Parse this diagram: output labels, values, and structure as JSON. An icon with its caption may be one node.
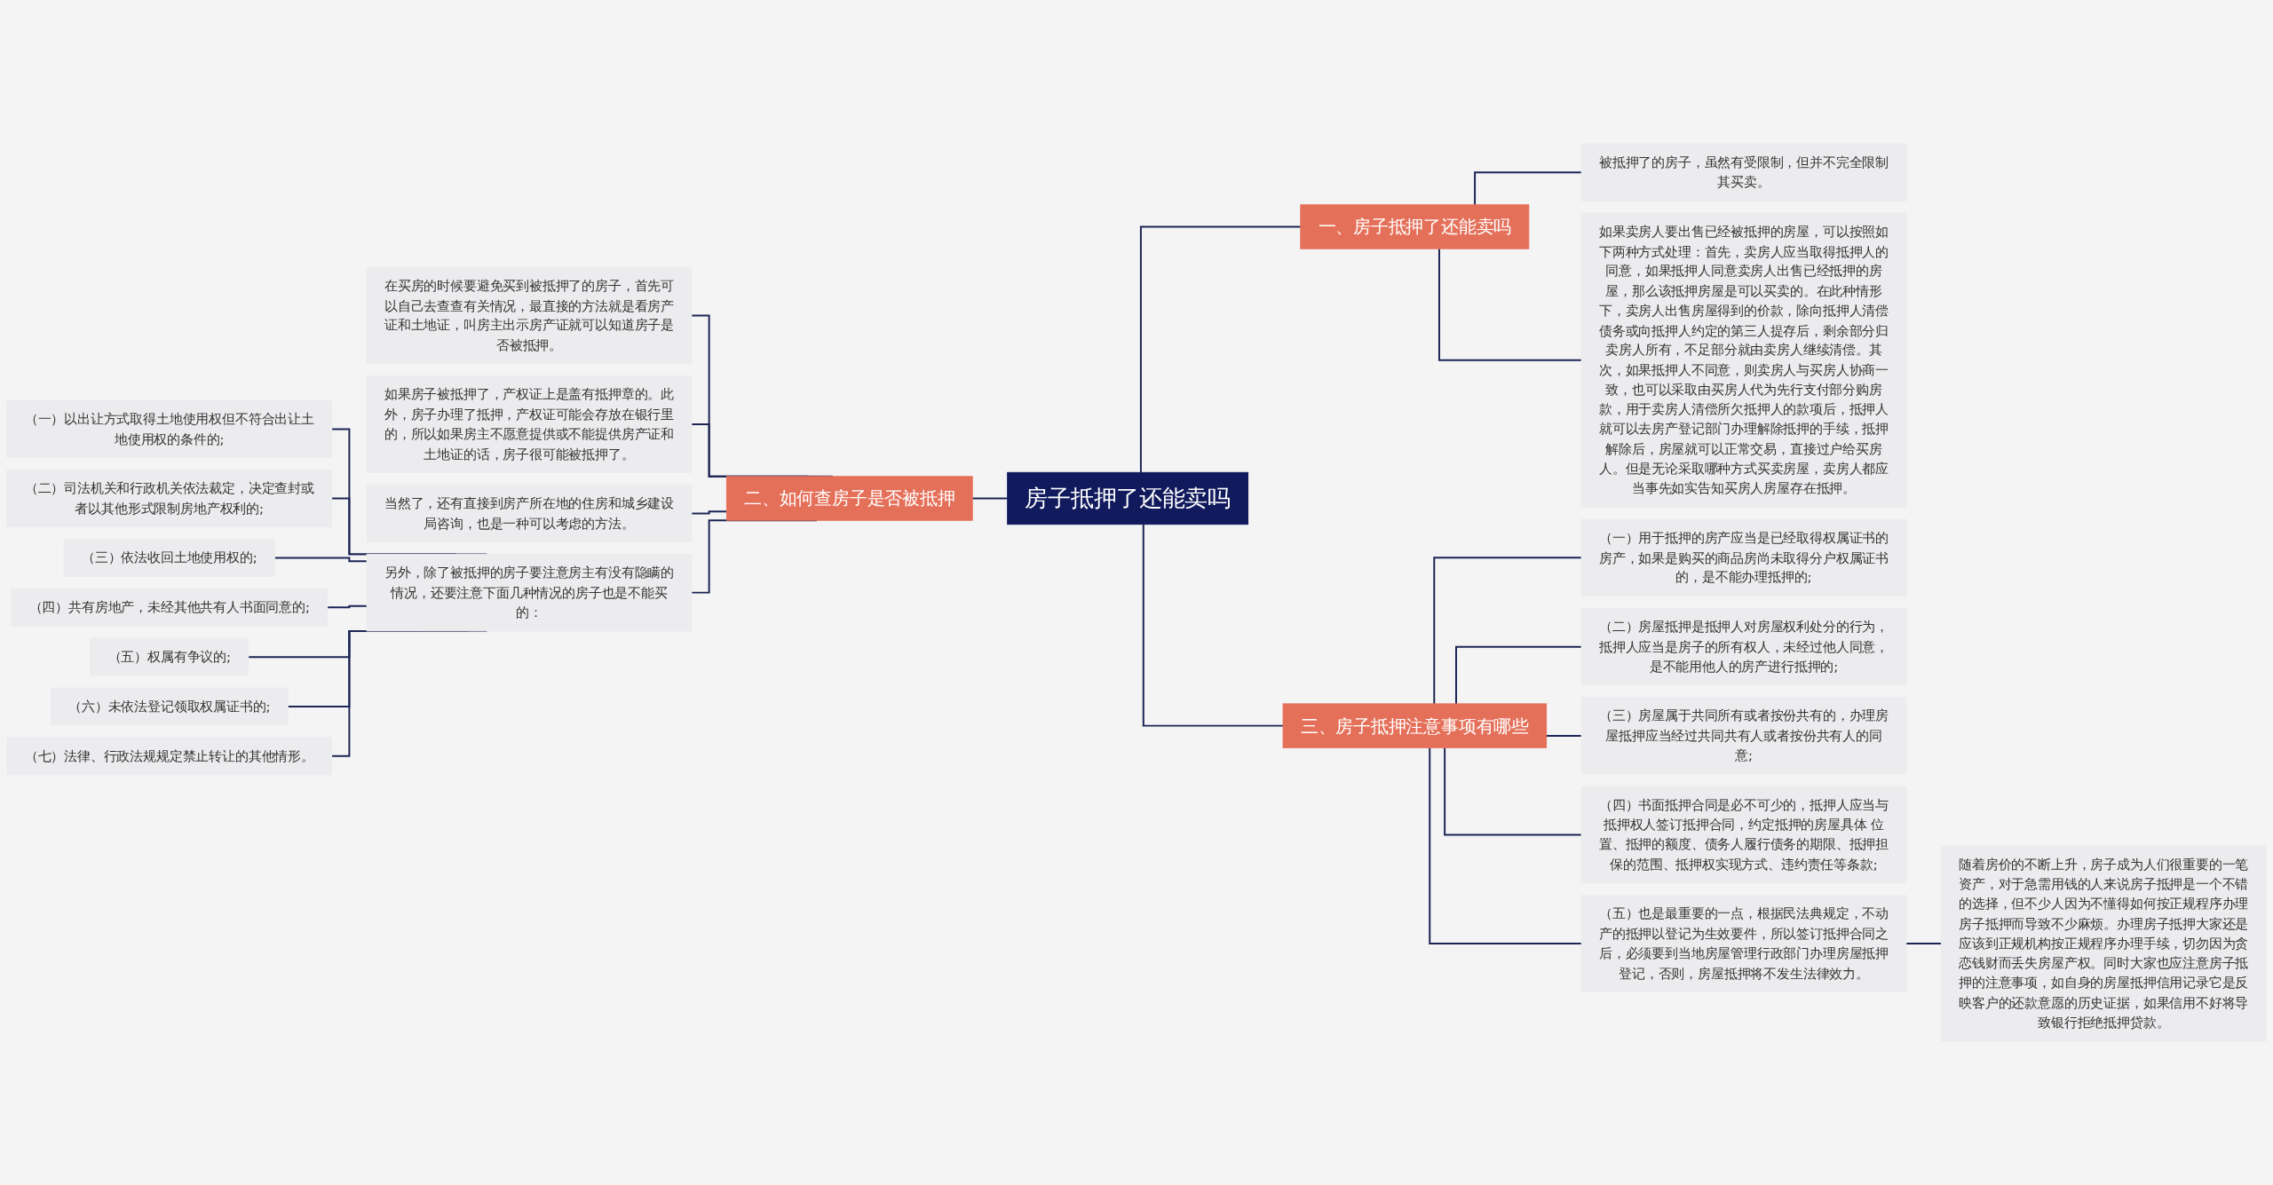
{
  "diagram": {
    "nodes": [
      {
        "text": [
          "房子抵押了还能卖吗"
        ]
      },
      {
        "text": [
          "一、房子抵押了还能卖吗"
        ]
      },
      {
        "text": [
          "被抵押了的房子，虽然有受限制，但并不完全限制其买卖。"
        ]
      },
      {
        "text": [
          "如果卖房人要出售已经被抵押的房屋，可以按照如下两种方式处理：首先，卖房人应当取得抵押人的同意，如果抵押人同意卖房人出售已经抵押的房屋，那么该抵押房屋是可以买卖的。在此种情形下，卖房人出售房屋得到的价款，除向抵押人清偿债务或向抵押人约定的第三人提存后，剩余部分归卖房人所有，不足部分就由卖房人继续清偿。其次，如果抵押人不同意，则卖房人与买房人协商一致，也可以采取由买房人代为先行支付部分购房款，用于卖房人清偿所欠抵押人的款项后，抵押人就可以去房产登记部门办理解除抵押的手续，抵押解除后，房屋就可以正常交易，直接过户给买房人。但是无论采取哪种方式买卖房屋，卖房人都应当事先如实告知买房人房屋存在抵押。"
        ]
      },
      {
        "text": [
          "二、如何查房子是否被抵押"
        ]
      },
      {
        "text": [
          "在买房的时候要避免买到被抵押了的房子，首先可以自己去查查有关情况，最直接的方法就是看房产证和土地证，叫房主出示房产证就可以知道房子是否被抵押。"
        ]
      },
      {
        "text": [
          "如果房子被抵押了，产权证上是盖有抵押章的。此外，房子办理了抵押，产权证可能会存放在银行里的，所以如果房主不愿意提供或不能提供房产证和土地证的话，房子很可能被抵押了。"
        ]
      },
      {
        "text": [
          "当然了，还有直接到房产所在地的住房和城乡建设局咨询，也是一种可以考虑的方法。"
        ]
      },
      {
        "text": [
          "另外，除了被抵押的房子要注意房主有没有隐瞒的情况，还要注意下面几种情况的房子也是不能买的："
        ]
      },
      {
        "text": [
          "（一）以出让方式取得土地使用权但不符合出让土地使用权的条件的;"
        ]
      },
      {
        "text": [
          "（二）司法机关和行政机关依法裁定，决定查封或者以其他形式限制房地产权利的;"
        ]
      },
      {
        "text": [
          "（三）依法收回土地使用权的;"
        ]
      },
      {
        "text": [
          "（四）共有房地产，未经其他共有人书面同意的;"
        ]
      },
      {
        "text": [
          "（五）权属有争议的;"
        ]
      },
      {
        "text": [
          "（六）未依法登记领取权属证书的;"
        ]
      },
      {
        "text": [
          "（七）法律、行政法规规定禁止转让的其他情形。"
        ]
      },
      {
        "text": [
          "三、房子抵押注意事项有哪些"
        ]
      },
      {
        "text": [
          "（一）用于抵押的房产应当是已经取得权属证书的房产，如果是购买的商品房尚未取得分户权属证书的，是不能办理抵押的;"
        ]
      },
      {
        "text": [
          "（二）房屋抵押是抵押人对房屋权利处分的行为，抵押人应当是房子的所有权人，未经过他人同意，是不能用他人的房产进行抵押的;"
        ]
      },
      {
        "text": [
          "（三）房屋属于共同所有或者按份共有的，办理房屋抵押应当经过共同共有人或者按份共有人的同意;"
        ]
      },
      {
        "text": [
          "（四）书面抵押合同是必不可少的，抵押人应当与抵押权人签订抵押合同，约定抵押的房屋具体 位置、抵押的额度、债务人履行债务的期限、抵押担保的范围、抵押权实现方式、违约责任等条款;"
        ]
      },
      {
        "text": [
          "（五）也是最重要的一点，根据民法典规定，不动产的抵押以登记为生效要件，所以签订抵押合同之后，必须要到当地房屋管理行政部门办理房屋抵押登记，否则，房屋抵押将不发生法律效力。"
        ]
      },
      {
        "text": [
          "随着房价的不断上升，房子成为人们很重要的一笔资产，对于急需用钱的人来说房子抵押是一个不错的选择，但不少人因为不懂得如何按正规程序办理房子抵押而导致不少麻烦。办理房子抵押大家还是应该到正规机构按正规程序办理手续，切勿因为贪恋钱财而丢失房屋产权。同时大家也应注意房子抵押的注意事项，如自身的房屋抵押信用记录它是反映客户的还款意愿的历史证据，如果信用不好将导致银行拒绝抵押贷款。"
        ]
      }
    ],
    "edges": [
      {
        "from": 0,
        "to": 1,
        "arrow": "none"
      },
      {
        "from": 1,
        "to": 2,
        "arrow": "none"
      },
      {
        "from": 1,
        "to": 3,
        "arrow": "none"
      },
      {
        "from": 0,
        "to": 4,
        "arrow": "none"
      },
      {
        "from": 4,
        "to": 5,
        "arrow": "none"
      },
      {
        "from": 4,
        "to": 6,
        "arrow": "none"
      },
      {
        "from": 4,
        "to": 7,
        "arrow": "none"
      },
      {
        "from": 4,
        "to": 8,
        "arrow": "none"
      },
      {
        "from": 8,
        "to": 9,
        "arrow": "none"
      },
      {
        "from": 8,
        "to": 10,
        "arrow": "none"
      },
      {
        "from": 8,
        "to": 11,
        "arrow": "none"
      },
      {
        "from": 8,
        "to": 12,
        "arrow": "none"
      },
      {
        "from": 8,
        "to": 13,
        "arrow": "none"
      },
      {
        "from": 8,
        "to": 14,
        "arrow": "none"
      },
      {
        "from": 8,
        "to": 15,
        "arrow": "none"
      },
      {
        "from": 0,
        "to": 16,
        "arrow": "none"
      },
      {
        "from": 16,
        "to": 17,
        "arrow": "none"
      },
      {
        "from": 16,
        "to": 18,
        "arrow": "none"
      },
      {
        "from": 16,
        "to": 19,
        "arrow": "none"
      },
      {
        "from": 16,
        "to": 20,
        "arrow": "none"
      },
      {
        "from": 16,
        "to": 21,
        "arrow": "none"
      },
      {
        "from": 21,
        "to": 22,
        "arrow": "none"
      }
    ]
  }
}
